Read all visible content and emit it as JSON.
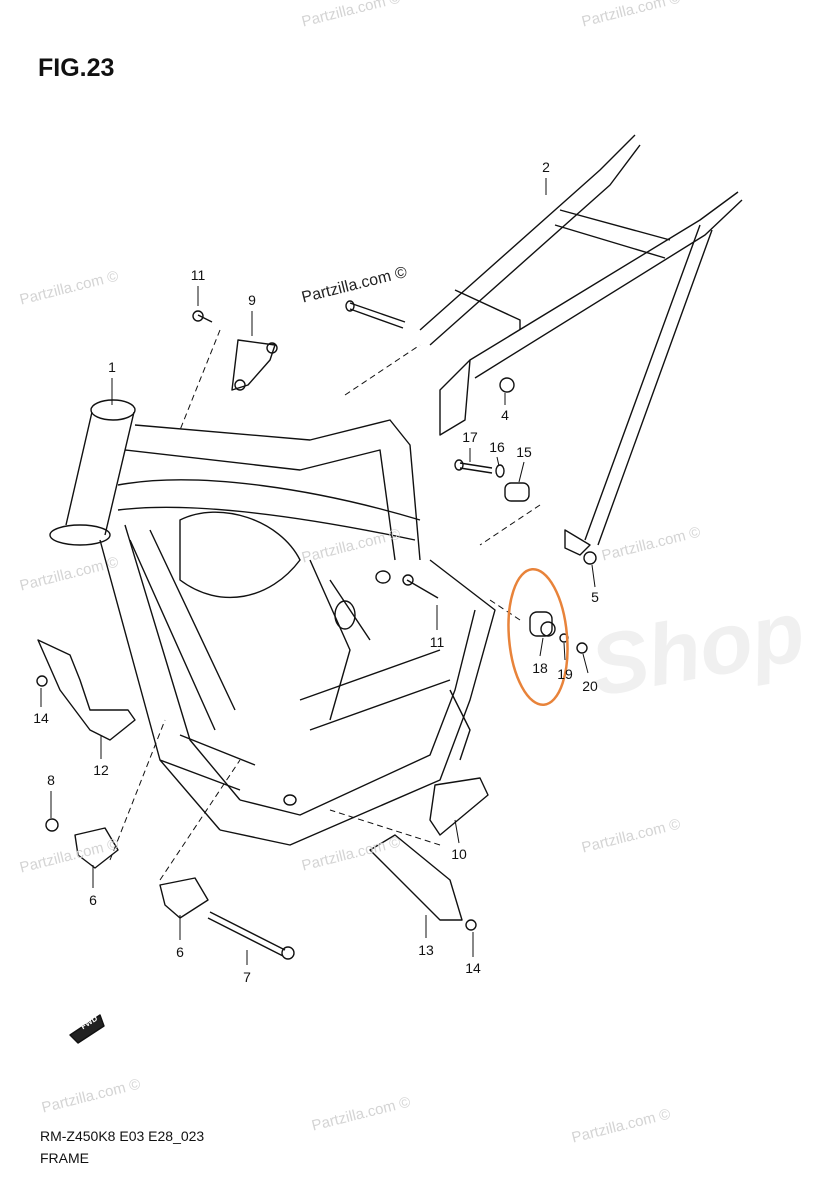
{
  "figure_title": "FIG.23",
  "model_code": "RM-Z450K8 E03 E28_023",
  "section_name": "FRAME",
  "fwd_badge": "FWD",
  "highlight_color": "#e8833a",
  "background_logo_text": "Shop",
  "watermarks": [
    "Partzilla.com ©",
    "Partzilla.com ©",
    "Partzilla.com ©",
    "Partzilla.com ©",
    "Partzilla.com ©",
    "Partzilla.com ©",
    "Partzilla.com ©",
    "Partzilla.com ©",
    "Partzilla.com ©",
    "Partzilla.com ©",
    "Partzilla.com ©",
    "Partzilla.com ©"
  ],
  "center_watermark": "Partzilla.com ©",
  "callouts": [
    "2",
    "1",
    "11",
    "9",
    "4",
    "17",
    "16",
    "15",
    "5",
    "11",
    "18",
    "19",
    "20",
    "14",
    "12",
    "8",
    "10",
    "6",
    "6",
    "13",
    "7",
    "14"
  ]
}
